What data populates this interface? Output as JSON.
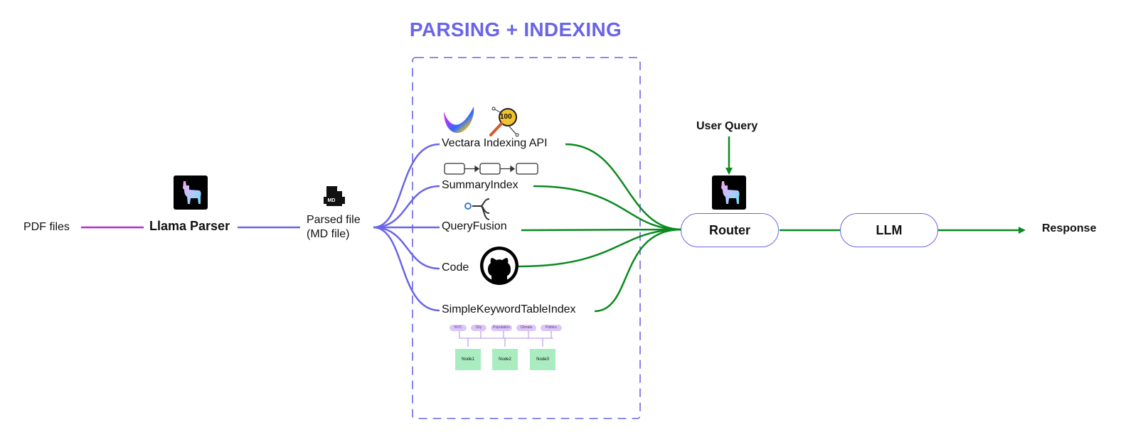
{
  "title": "PARSING + INDEXING",
  "inputs": {
    "pdf": "PDF files",
    "parser": "Llama Parser"
  },
  "parsed": {
    "line1": "Parsed file",
    "line2": "(MD file)",
    "badge": "MD"
  },
  "indexes": [
    {
      "label": "Vectara Indexing API",
      "icon": "vectara-logo-icon"
    },
    {
      "label": "SummaryIndex",
      "icon": "linked-list-icon"
    },
    {
      "label": "QueryFusion",
      "icon": "fusion-icon"
    },
    {
      "label": "Code",
      "icon": "github-icon"
    },
    {
      "label": "SimpleKeywordTableIndex",
      "icon": "keyword-table-icon"
    }
  ],
  "magnifier_badge": "100",
  "keyword_table": {
    "keywords": [
      "NYC",
      "City",
      "Population",
      "Climate",
      "Politics"
    ],
    "nodes": [
      "Node1",
      "Node2",
      "Node3"
    ]
  },
  "query": {
    "user_query": "User Query",
    "router": "Router",
    "llm": "LLM",
    "response": "Response"
  },
  "colors": {
    "purple": "#6a64e8",
    "green": "#0a8a1f",
    "magenta": "#b32bd8",
    "tag": "#dcc6f7",
    "node": "#a8ecc0"
  }
}
